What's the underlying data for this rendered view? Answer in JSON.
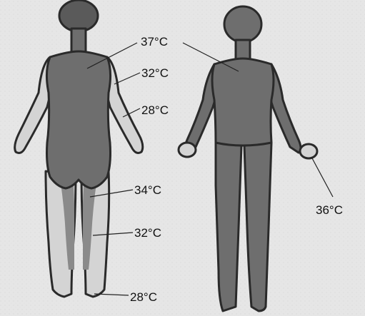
{
  "colors": {
    "background": "#e6e6e6",
    "body_core": "#6e6e6e",
    "head": "#5a5a5a",
    "cool_zone": "#d4d4d4",
    "outline": "#2a2a2a"
  },
  "labels": {
    "core_temp": "37°C",
    "upper_arm_temp": "32°C",
    "forearm_temp": "28°C",
    "thigh_temp": "34°C",
    "knee_temp": "32°C",
    "foot_temp": "28°C",
    "hand_temp": "36°C"
  }
}
